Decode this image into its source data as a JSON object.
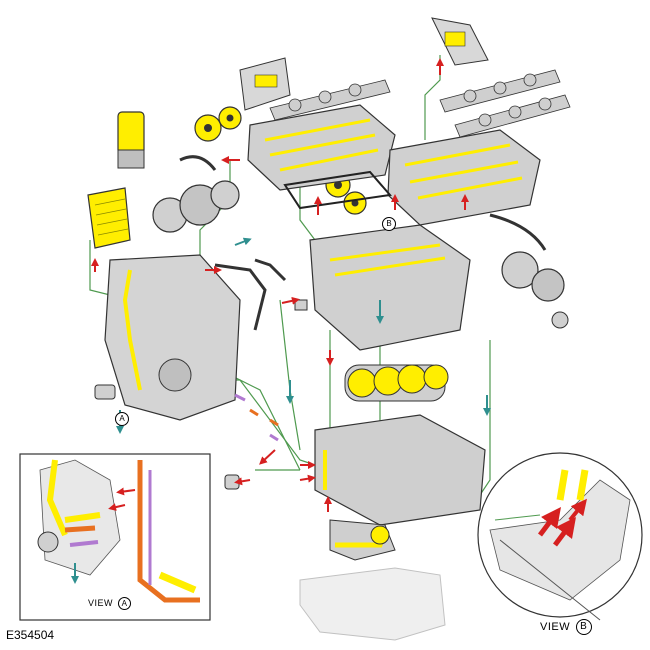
{
  "figure_id": "E354504",
  "views": {
    "view_a": {
      "prefix": "VIEW",
      "letter": "A"
    },
    "view_b": {
      "prefix": "VIEW",
      "letter": "B"
    }
  },
  "callouts": {
    "a": "A",
    "b": "B"
  },
  "colors": {
    "oil_high_pressure": "#ffee00",
    "oil_flow_arrow": "#d62020",
    "oil_return": "#2f8f8f",
    "oil_pump_feed": "#e87020",
    "drain": "#b07ad0",
    "leader_line": "#4f9a4f",
    "component_fill": "#d8d8d8",
    "oil_pan_fill": "#e6e6e6"
  }
}
